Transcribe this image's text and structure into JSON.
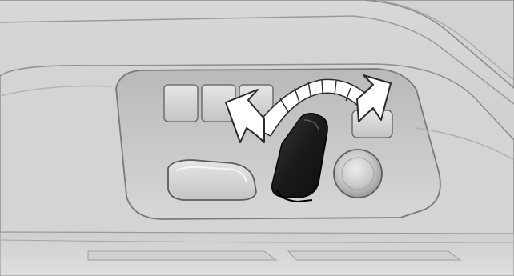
{
  "illustration": {
    "subject": "seat-backrest-adjustment-switch",
    "arrows": [
      "rotate-forward-arrow",
      "rotate-backward-arrow"
    ],
    "colors": {
      "panel": "#c9c9c9",
      "panel_light": "#e2e2e2",
      "panel_dark": "#9d9d9d",
      "switch": "#1f1f1f",
      "arrow_fill": "#ffffff",
      "outline": "#3a3a3a"
    }
  }
}
